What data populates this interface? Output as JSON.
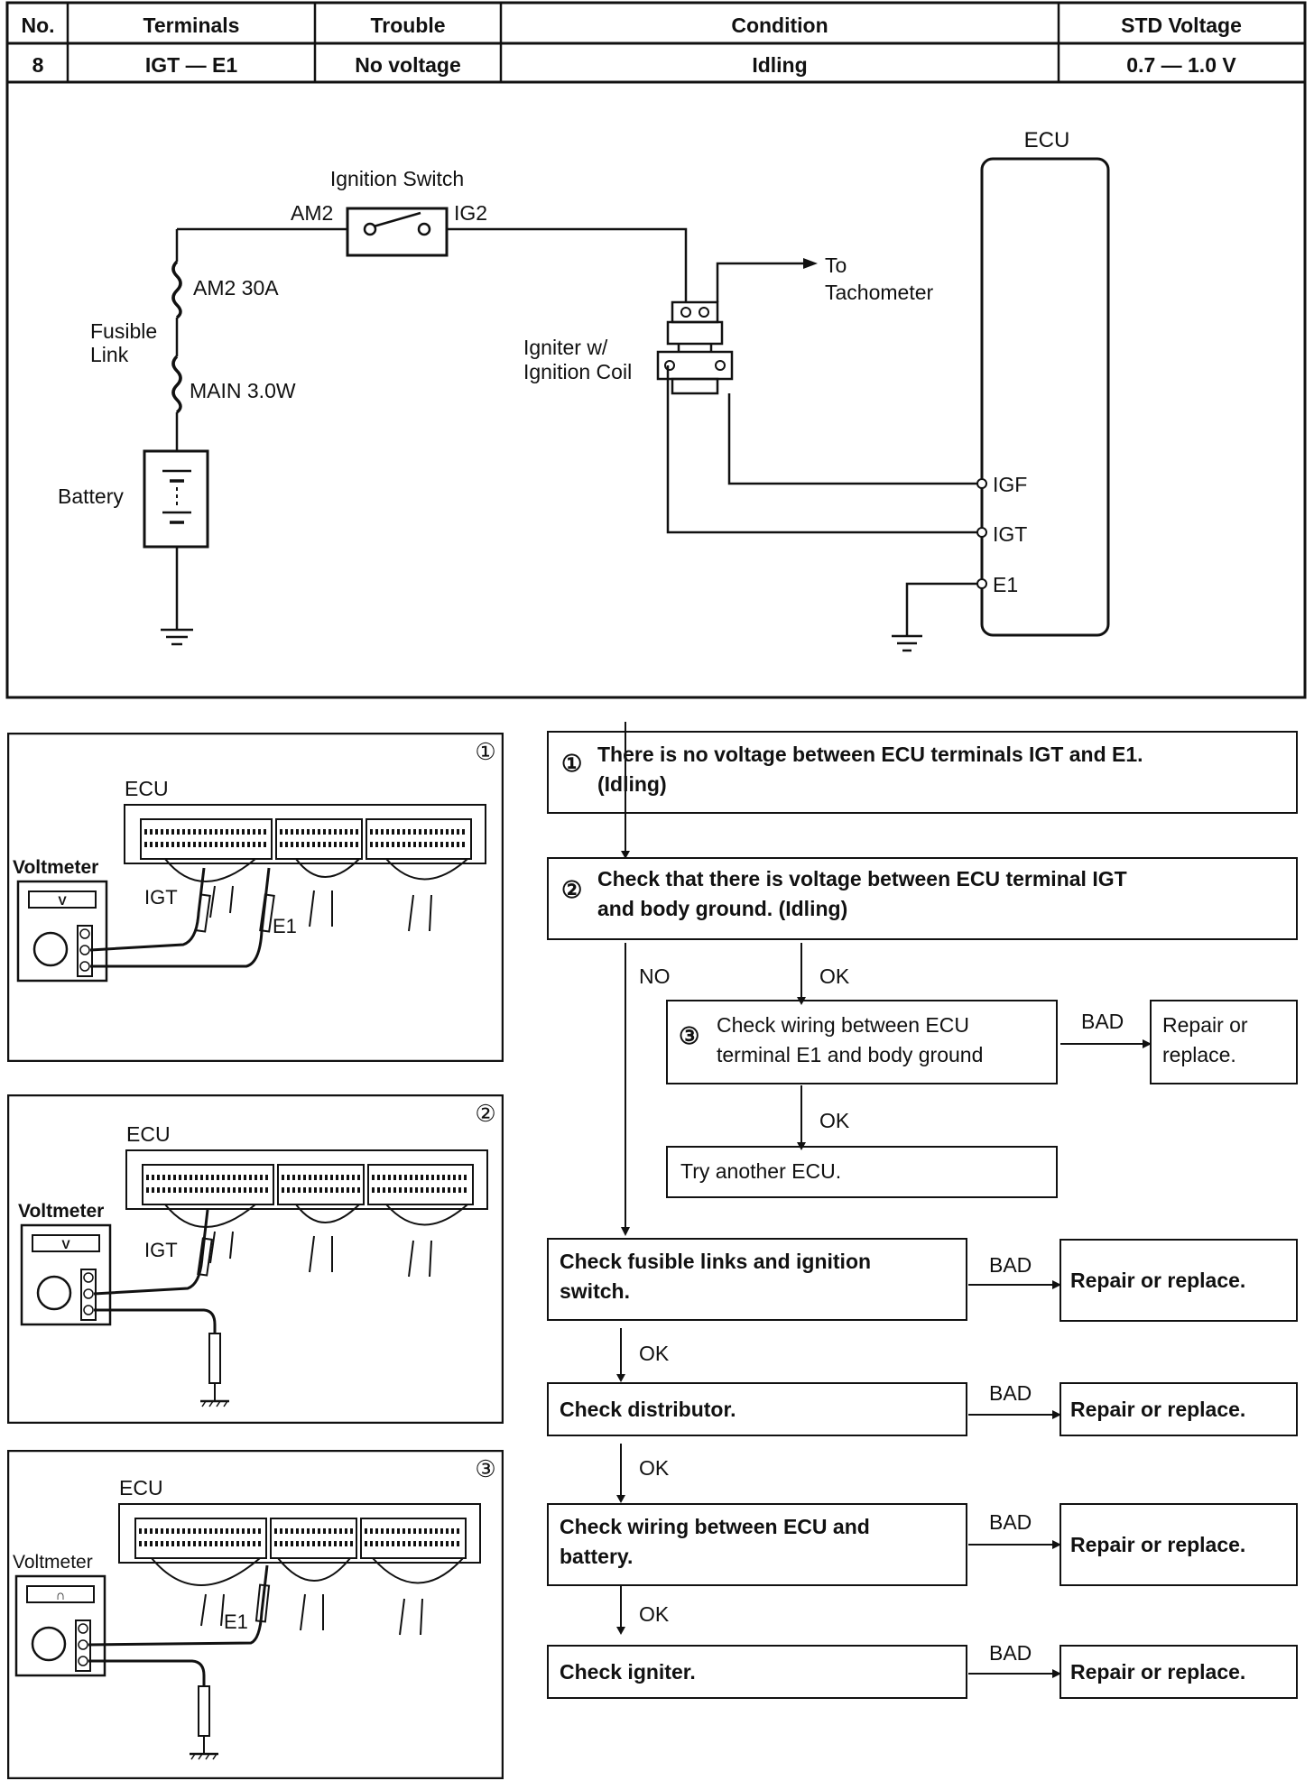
{
  "table": {
    "headers": [
      "No.",
      "Terminals",
      "Trouble",
      "Condition",
      "STD Voltage"
    ],
    "row": [
      "8",
      "IGT — E1",
      "No voltage",
      "Idling",
      "0.7 — 1.0 V"
    ]
  },
  "circuit": {
    "ecu": "ECU",
    "ignition_switch": "Ignition Switch",
    "am2": "AM2",
    "ig2": "IG2",
    "fuse_am2": "AM2 30A",
    "fusible_link_1": "Fusible",
    "fusible_link_2": "Link",
    "fuse_main": "MAIN 3.0W",
    "battery": "Battery",
    "igniter_1": "Igniter w/",
    "igniter_2": "Ignition Coil",
    "to_1": "To",
    "to_2": "Tachometer",
    "igf": "IGF",
    "igt": "IGT",
    "e1": "E1"
  },
  "panels": [
    {
      "num": "①",
      "ecu": "ECU",
      "meter": "Voltmeter",
      "meter_symbol": "V",
      "label_a": "IGT",
      "label_b": "E1"
    },
    {
      "num": "②",
      "ecu": "ECU",
      "meter": "Voltmeter",
      "meter_symbol": "V",
      "label_a": "IGT"
    },
    {
      "num": "③",
      "ecu": "ECU",
      "meter": "Voltmeter",
      "meter_symbol": "∩",
      "label_a": "E1"
    }
  ],
  "flow": {
    "step1": {
      "num": "①",
      "line1": "There is no voltage between ECU terminals IGT and E1.",
      "line2": "(Idling)"
    },
    "step2": {
      "num": "②",
      "line1": "Check that there is voltage between ECU terminal IGT",
      "line2": "and body ground. (Idling)"
    },
    "step3": {
      "num": "③",
      "line1": "Check wiring between ECU",
      "line2": "terminal E1 and body ground"
    },
    "repair_step3_1": "Repair or",
    "repair_step3_2": "replace.",
    "try_ecu": "Try another ECU.",
    "fusible_1": "Check fusible links and ignition",
    "fusible_2": "switch.",
    "distributor": "Check distributor.",
    "wiring_1": "Check wiring between ECU and",
    "wiring_2": "battery.",
    "igniter": "Check igniter.",
    "repair": "Repair or replace.",
    "no": "NO",
    "ok": "OK",
    "bad": "BAD"
  }
}
